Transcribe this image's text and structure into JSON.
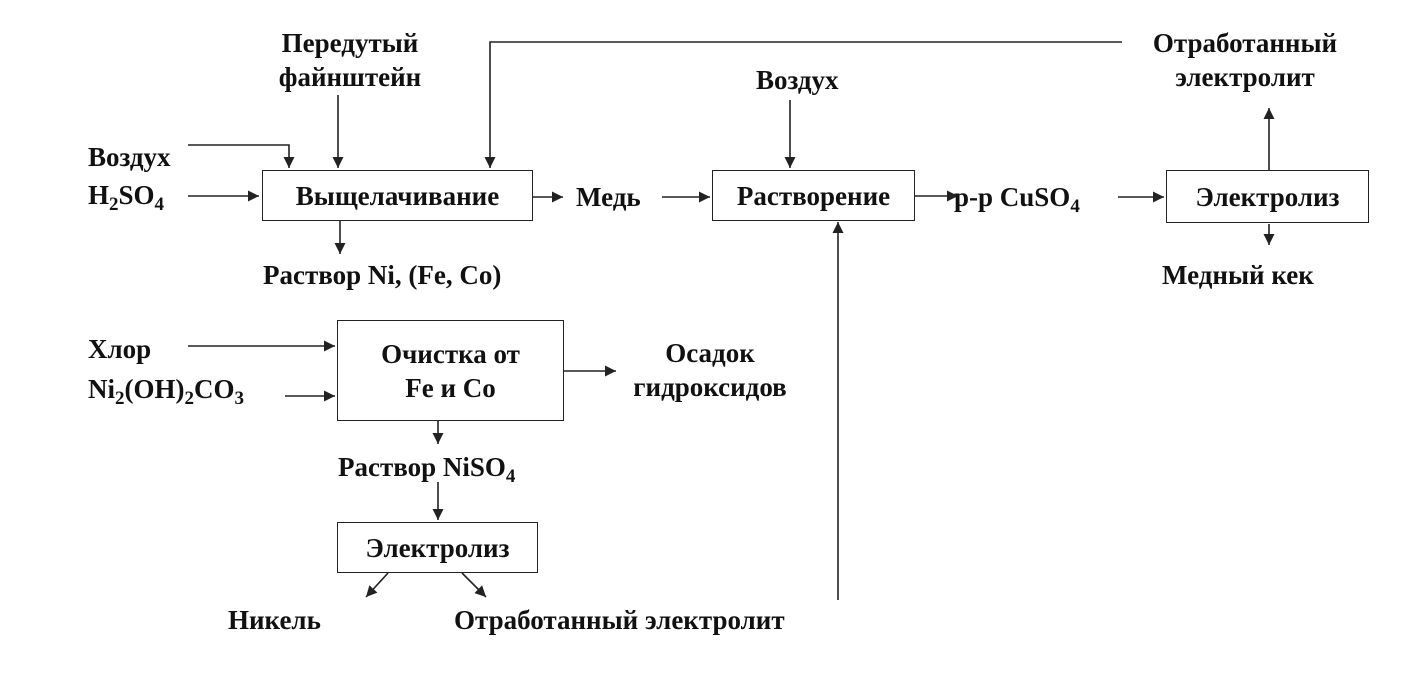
{
  "boxes": {
    "leaching": "Выщелачивание",
    "dissolution": "Растворение",
    "electrolysis_cu": "Электролиз",
    "purification_line1": "Очистка от",
    "purification_line2": "Fe и Co",
    "electrolysis_ni": "Электролиз"
  },
  "labels": {
    "blown_matte_line1": "Передутый",
    "blown_matte_line2": "файнштейн",
    "air_left": "Воздух",
    "h2so4": {
      "main": "H",
      "sub1": "2",
      "mid": "SO",
      "sub2": "4"
    },
    "copper": "Медь",
    "air_top": "Воздух",
    "spent_electrolyte_top_line1": "Отработанный",
    "spent_electrolyte_top_line2": "электролит",
    "cuso4_solution": {
      "main": "р-р CuSO",
      "sub": "4"
    },
    "copper_cake": "Медный кек",
    "ni_solution": "Раствор Ni, (Fe, Co)",
    "chlorine": "Хлор",
    "nickel_carbonate": {
      "p1": "Ni",
      "s1": "2",
      "p2": "(OH)",
      "s2": "2",
      "p3": "CO",
      "s3": "3"
    },
    "hydroxide_precipitate_line1": "Осадок",
    "hydroxide_precipitate_line2": "гидроксидов",
    "niso4_solution": {
      "main": "Раствор NiSO",
      "sub": "4"
    },
    "nickel": "Никель",
    "spent_electrolyte_bottom": "Отработанный электролит"
  },
  "colors": {
    "line": "#222222",
    "text": "#111111",
    "background": "#ffffff"
  }
}
